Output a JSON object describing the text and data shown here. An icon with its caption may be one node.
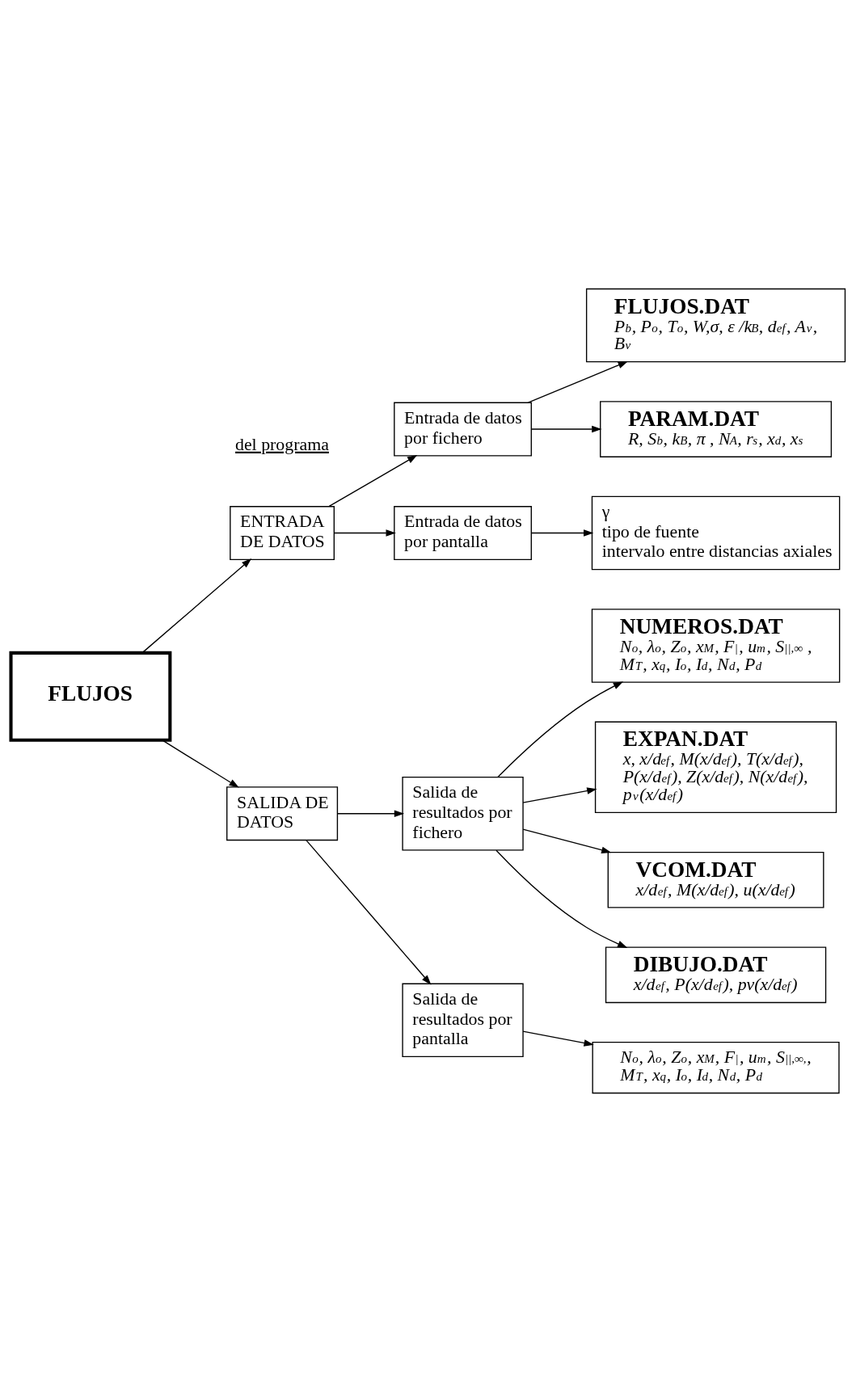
{
  "diagram": {
    "nodes": [
      {
        "text": [
          "FLUJOS"
        ]
      },
      {
        "text": [
          "ENTRADA DE DATOS"
        ]
      },
      {
        "text": [
          "Entrada de datos por fichero"
        ]
      },
      {
        "text": [
          "FLUJOS.DAT",
          "P$_{b}$, P$_{o}$, T$_{o}$, W,σ, ε /k$_{B}$, d$_{ef}$, A$_{v}$, B$_{v}$"
        ]
      },
      {
        "text": [
          "PARAM.DAT",
          "R, S$_{b}$, k$_{B}$, π , N$_{A}$, r$_{s}$, x$_{d}$, x$_{s}$"
        ]
      },
      {
        "text": [
          "Entrada de datos por pantalla"
        ]
      },
      {
        "text": [
          "γ",
          "tipo de fuente",
          "intervalo entre distancias axiales"
        ]
      },
      {
        "text": [
          "SALIDA DE DATOS"
        ]
      },
      {
        "text": [
          "Salida de resultados por fichero"
        ]
      },
      {
        "text": [
          "NUMEROS.DAT",
          "N$_{o}$, λ$_{o}$, Z$_{o}$, x$_{M}$, F$_{|}$, u$_{m}$, S$_{||,∞}$ , M$_{T}$, x$_{q}$, I$_{o}$, I$_{d}$, N$_{d}$, P$_{d}$"
        ]
      },
      {
        "text": [
          "EXPAN.DAT",
          "x, x/d$_{ef}$, M(x/d$_{ef}$), T(x/d$_{ef}$), P(x/d$_{ef}$), Z(x/d$_{ef}$), N(x/d$_{ef}$), p$_{v}$(x/d$_{ef}$)"
        ]
      },
      {
        "text": [
          "VCOM.DAT",
          "x/d$_{ef}$, M(x/d$_{ef}$), u(x/d$_{ef}$)"
        ]
      },
      {
        "text": [
          "DIBUJO.DAT",
          "x/d$_{ef}$, P(x/d$_{ef}$), pv(x/d$_{ef}$)"
        ]
      },
      {
        "text": [
          "Salida de resultados por pantalla"
        ]
      },
      {
        "text": [
          "N$_{o}$, λ$_{o}$, Z$_{o}$, x$_{M}$, F$_{|}$, u$_{m}$, S$_{||,∞,}$, M$_{T}$, x$_{q}$, I$_{o}$, I$_{d}$, N$_{d}$, P$_{d}$"
        ]
      }
    ],
    "edges": [
      {
        "from": 0,
        "to": 1,
        "arrow": "to"
      },
      {
        "from": 1,
        "to": 2,
        "arrow": "to"
      },
      {
        "from": 2,
        "to": 3,
        "arrow": "to"
      },
      {
        "from": 2,
        "to": 4,
        "arrow": "to"
      },
      {
        "from": 1,
        "to": 5,
        "arrow": "to"
      },
      {
        "from": 5,
        "to": 6,
        "arrow": "to"
      },
      {
        "from": 0,
        "to": 7,
        "arrow": "to"
      },
      {
        "from": 7,
        "to": 8,
        "arrow": "to"
      },
      {
        "from": 8,
        "to": 9,
        "arrow": "to"
      },
      {
        "from": 8,
        "to": 10,
        "arrow": "to"
      },
      {
        "from": 8,
        "to": 11,
        "arrow": "to"
      },
      {
        "from": 8,
        "to": 12,
        "arrow": "to"
      },
      {
        "from": 7,
        "to": 13,
        "arrow": "to"
      },
      {
        "from": 13,
        "to": 14,
        "arrow": "to"
      }
    ],
    "labels": [
      "del programa"
    ]
  }
}
